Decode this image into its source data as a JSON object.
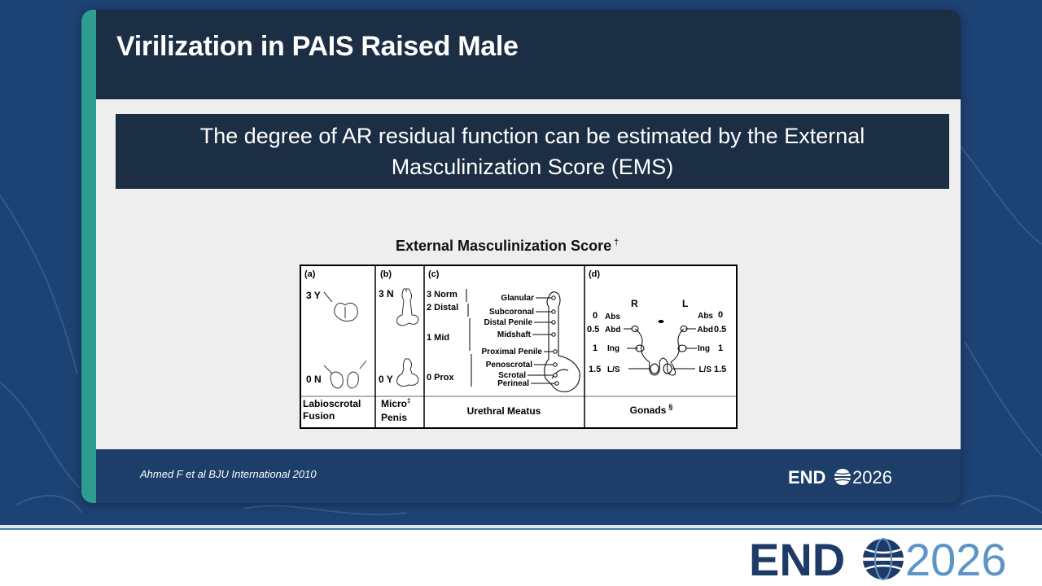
{
  "slide": {
    "title": "Virilization in PAIS Raised Male",
    "callout_line1": "The degree of AR residual function can be estimated by the External",
    "callout_line2": "Masculinization Score (EMS)",
    "citation": "Ahmed F et al BJU International 2010"
  },
  "figure": {
    "title": "External Masculinization Score",
    "title_mark": "†",
    "panels": {
      "a": {
        "letter": "(a)",
        "top_score": "3 Y",
        "bottom_score": "0 N",
        "caption1": "Labioscrotal",
        "caption2": "Fusion"
      },
      "b": {
        "letter": "(b)",
        "top_score": "3 N",
        "bottom_score": "0 Y",
        "caption1": "Micro",
        "caption_mark": "‡",
        "caption2": "Penis"
      },
      "c": {
        "letter": "(c)",
        "scores": [
          "3 Norm",
          "2 Distal",
          "1  Mid",
          "0  Prox"
        ],
        "locations": [
          "Glanular",
          "Subcoronal",
          "Distal Penile",
          "Midshaft",
          "Proximal Penile",
          "Penoscrotal",
          "Scrotal",
          "Perineal"
        ],
        "caption": "Urethral Meatus"
      },
      "d": {
        "letter": "(d)",
        "right_label": "R",
        "left_label": "L",
        "right_scores": [
          "0",
          "0.5",
          "1",
          "1.5"
        ],
        "left_scores": [
          "0",
          "0.5",
          "1",
          "1.5"
        ],
        "positions": [
          "Abs",
          "Abd",
          "Ing",
          "L/S"
        ],
        "caption": "Gonads",
        "caption_mark": "§"
      }
    }
  },
  "brand": {
    "logo_word": "END",
    "logo_year": "2026"
  },
  "colors": {
    "background": "#1d4274",
    "header": "#1c2e43",
    "accent": "#2f9c91",
    "footer": "#1c3e69",
    "logo_navy": "#1e3a66",
    "logo_light": "#5e95c8"
  }
}
